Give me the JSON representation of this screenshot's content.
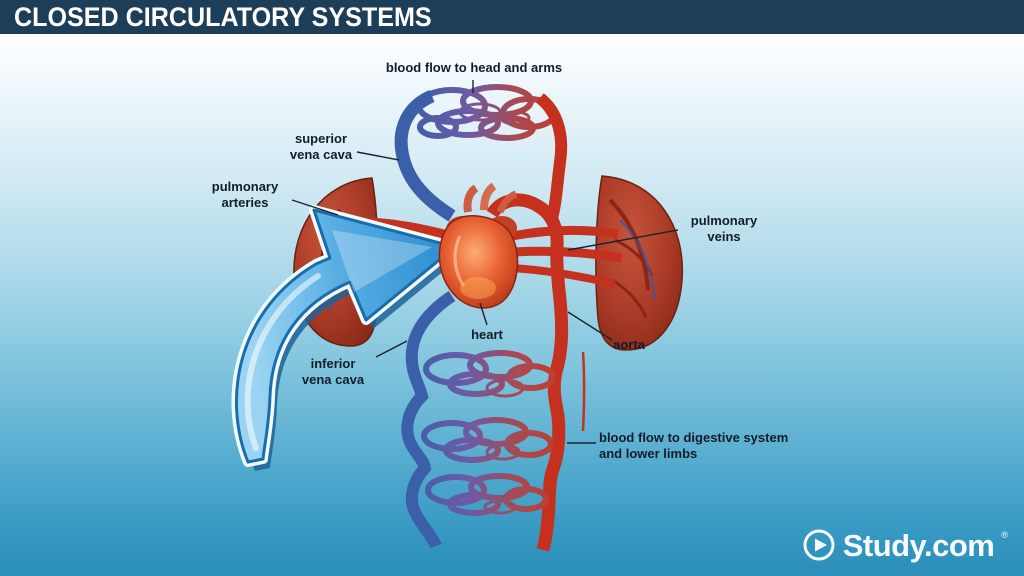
{
  "slide": {
    "title": "CLOSED CIRCULATORY SYSTEMS"
  },
  "diagram": {
    "labels": {
      "head_arms": "blood flow to head and arms",
      "superior_vena_cava": "superior\nvena cava",
      "pulmonary_arteries": "pulmonary\narteries",
      "pulmonary_veins": "pulmonary\nveins",
      "heart": "heart",
      "aorta": "aorta",
      "inferior_vena_cava": "inferior\nvena cava",
      "digestive_lower": "blood flow to digestive system\nand lower limbs"
    }
  },
  "watermark": {
    "brand": "Study.com",
    "registered": "®"
  },
  "colors": {
    "title_bar_bg": "#1d3e58",
    "title_text": "#ffffff",
    "label_text": "#131d29",
    "artery_red": "#c5301f",
    "vein_blue": "#3b5fa8",
    "arrow_blue": "#4aa3de",
    "background_bottom": "#2b8fba"
  }
}
